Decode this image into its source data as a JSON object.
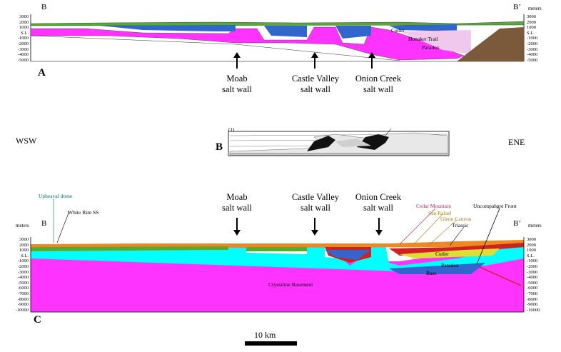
{
  "panel_a": {
    "letter": "A",
    "left_end": "B",
    "right_end": "B’",
    "units_right": "meters",
    "ticks": [
      "3000",
      "2000",
      "1000",
      "S.L.",
      "-1000",
      "-2000",
      "-3000",
      "-4000",
      "-5000"
    ],
    "formations": {
      "cutler": "Cutler",
      "honaker": "Honaker Trail",
      "paradox": "Paradox"
    },
    "walls": [
      {
        "name": "Moab",
        "suffix": "salt wall"
      },
      {
        "name": "Castle Valley",
        "suffix": "salt wall"
      },
      {
        "name": "Onion Creek",
        "suffix": "salt wall"
      }
    ]
  },
  "panel_b": {
    "letter": "B",
    "left_dir": "WSW",
    "right_dir": "ENE",
    "index": "(1)"
  },
  "panel_c": {
    "letter": "C",
    "left_end": "B",
    "right_end": "B’",
    "units_left": "meters",
    "units_right": "meters",
    "ticks": [
      "3000",
      "2000",
      "1000",
      "S.L.",
      "-1000",
      "-2000",
      "-3000",
      "-4000",
      "-5000",
      "-6000",
      "-7000",
      "-8000",
      "-9000",
      "-10000"
    ],
    "upheaval": "Upheaval dome",
    "white_rim": "White Rim SS",
    "basement": "Crystaline Basement",
    "uncompahgre": "Uncompahgre Front",
    "formations": {
      "cedar": "Cedar Mountain",
      "sanrafael": "San Rafael",
      "glen": "Glenn Canyon",
      "triassic": "Triassic",
      "cutler": "Cutler",
      "paradox": "Paradox",
      "base": "Base"
    },
    "walls": [
      {
        "name": "Moab",
        "suffix": "salt wall"
      },
      {
        "name": "Castle Valley",
        "suffix": "salt wall"
      },
      {
        "name": "Onion Creek",
        "suffix": "salt wall"
      }
    ]
  },
  "scale_bar": {
    "label": "10 km"
  },
  "colors": {
    "salt": "#ff33ff",
    "cutler_blue": "#3366cc",
    "cyan": "#00ffff",
    "brown": "#7a5a3a",
    "red": "#cc2222",
    "green": "#55aa33",
    "orange": "#ee8822",
    "yellow": "#dddd33"
  }
}
